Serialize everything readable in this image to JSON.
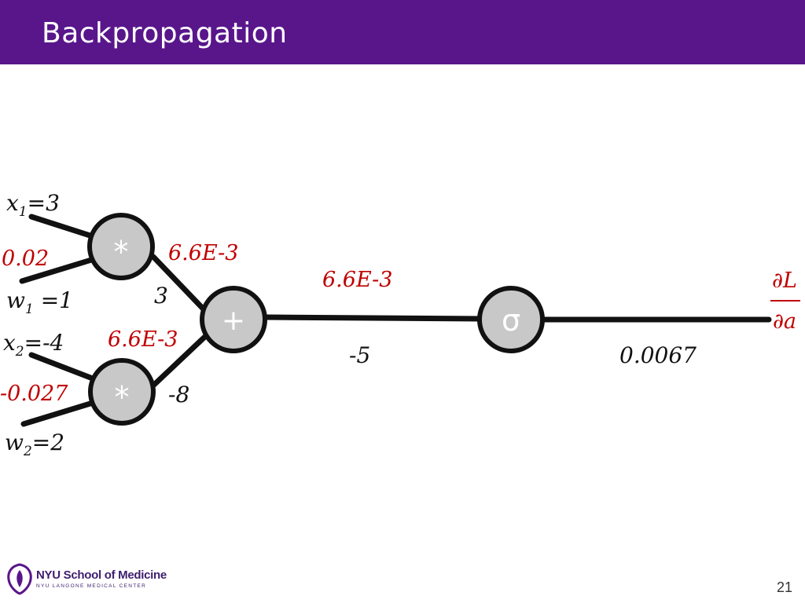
{
  "header": {
    "title": "Backpropagation"
  },
  "graph": {
    "nodes": {
      "mul1": {
        "op": "*"
      },
      "mul2": {
        "op": "*"
      },
      "add": {
        "op": "+"
      },
      "sigmoid": {
        "op": "σ"
      }
    },
    "inputs": {
      "x1": {
        "var": "x",
        "sub": "1",
        "value": "=3"
      },
      "w1": {
        "var": "w",
        "sub": "1",
        "value": " =1"
      },
      "x2": {
        "var": "x",
        "sub": "2",
        "value": "=-4"
      },
      "w2": {
        "var": "w",
        "sub": "2",
        "value": "=2"
      }
    },
    "forward": {
      "mul1_out": "3",
      "mul2_out": "-8",
      "add_out": "-5",
      "sigmoid_out": "0.0067"
    },
    "gradients": {
      "w1": "0.02",
      "w2": "-0.027",
      "mul1_out": "6.6E-3",
      "mul2_out": "6.6E-3",
      "add_out": "6.6E-3",
      "dL_da": {
        "numerator": "∂L",
        "denominator": "∂a"
      }
    }
  },
  "footer": {
    "logo_text": "NYU School of Medicine",
    "logo_subtext": "NYU LANGONE MEDICAL CENTER",
    "page_number": "21"
  },
  "colors": {
    "header_bg": "#59168b",
    "node_fill": "#c8c8c8",
    "gradient_text": "#c00000",
    "edge": "#111111"
  }
}
